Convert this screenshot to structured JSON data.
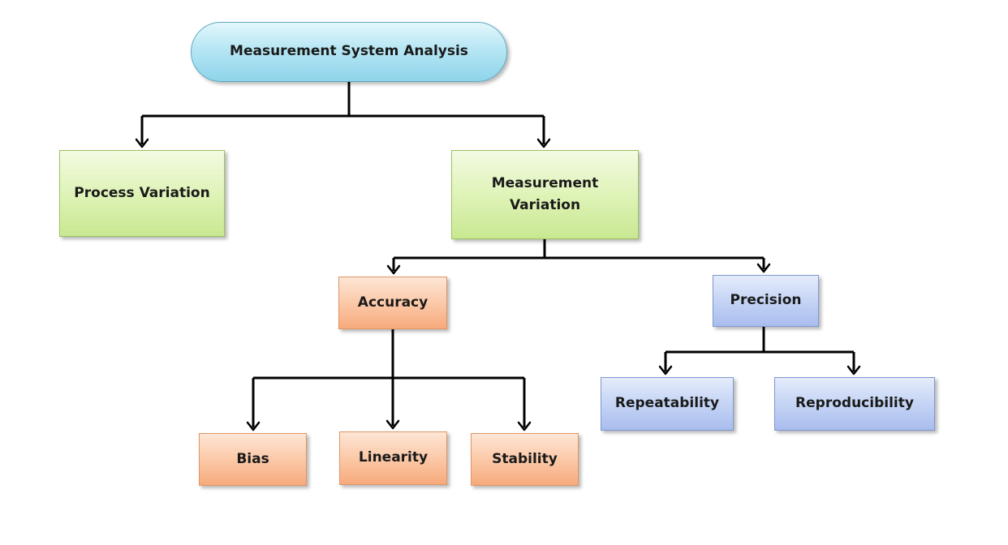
{
  "diagram": {
    "root": {
      "label": "Measurement System Analysis"
    },
    "process_variation": {
      "label": "Process Variation"
    },
    "measurement_variation": {
      "line1": "Measurement",
      "line2": "Variation"
    },
    "accuracy": {
      "label": "Accuracy"
    },
    "precision": {
      "label": "Precision"
    },
    "bias": {
      "label": "Bias"
    },
    "linearity": {
      "label": "Linearity"
    },
    "stability": {
      "label": "Stability"
    },
    "repeatability": {
      "label": "Repeatability"
    },
    "reproducibility": {
      "label": "Reproducibility"
    }
  },
  "colors": {
    "root_fill": "#b6e6f4",
    "level1_fill": "#dff3b8",
    "accuracy_branch_fill": "#fbc9a8",
    "precision_branch_fill": "#c5d4f5",
    "connector": "#000000"
  }
}
